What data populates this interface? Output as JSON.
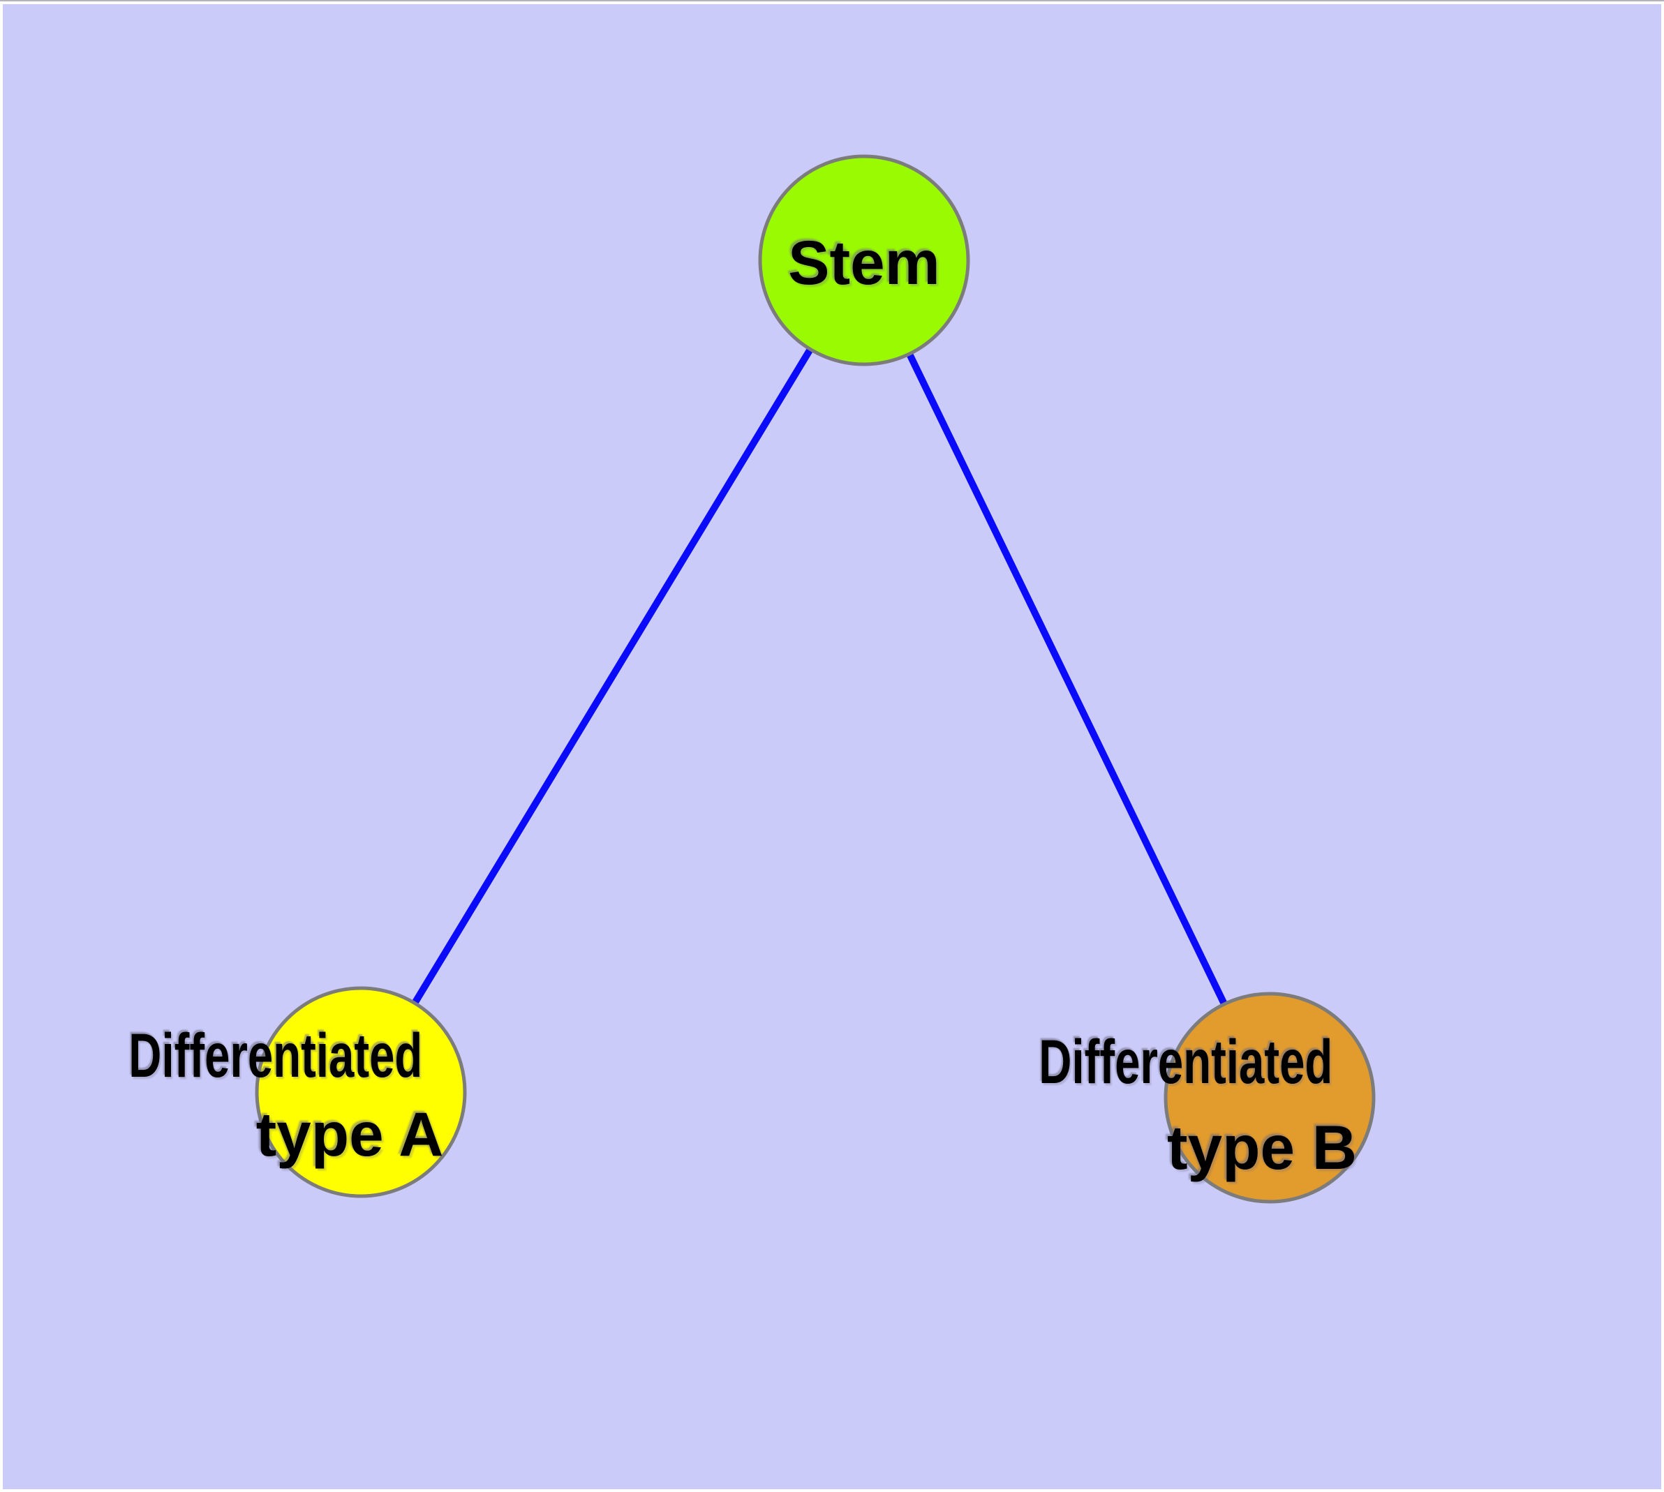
{
  "graph": {
    "background_color": "#CACBF8",
    "frame_color": "#FFFFFF",
    "edge_color": "#0B0BFB",
    "node_border_color": "#7C7C7C",
    "label_color": "#000000",
    "nodes": [
      {
        "id": "stem",
        "label": "Stem",
        "line1": "Stem",
        "line2": "",
        "fill": "#9AFA01"
      },
      {
        "id": "type-a",
        "label": "Differentiated type A",
        "line1": "Differentiated",
        "line2": "type A",
        "fill": "#FFFF00"
      },
      {
        "id": "type-b",
        "label": "Differentiated type B",
        "line1": "Differentiated",
        "line2": "type B",
        "fill": "#E29B2D"
      }
    ],
    "edges": [
      {
        "from": "Stem",
        "to": "Differentiated type A"
      },
      {
        "from": "Stem",
        "to": "Differentiated type B"
      }
    ]
  }
}
